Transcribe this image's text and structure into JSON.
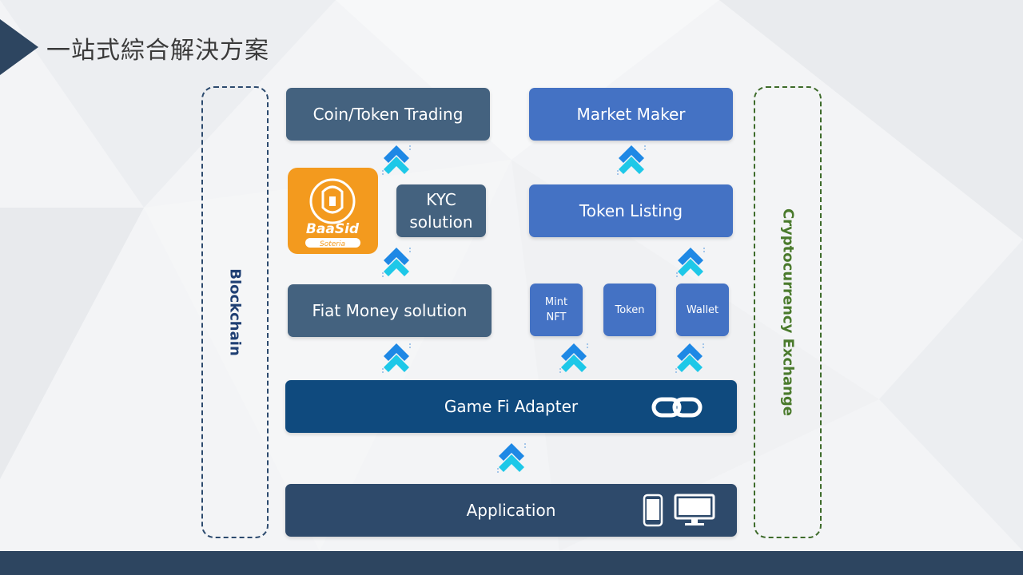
{
  "page": {
    "title": "一站式綜合解決方案"
  },
  "side_labels": {
    "left": "Blockchain",
    "right": "Cryptocurrency Exchange"
  },
  "boxes": {
    "coin_trading": "Coin/Token Trading",
    "market_maker": "Market Maker",
    "kyc_line1": "KYC",
    "kyc_line2": "solution",
    "token_listing": "Token Listing",
    "fiat": "Fiat Money solution",
    "mint_line1": "Mint",
    "mint_line2": "NFT",
    "token": "Token",
    "wallet": "Wallet",
    "gamefi": "Game Fi Adapter",
    "application": "Application"
  },
  "logo": {
    "name": "BaaSid",
    "tagline": "Soteria"
  },
  "colors": {
    "slate_box": "#44627f",
    "blue_box": "#4472c4",
    "adapter": "#0f4a7e",
    "application": "#2e4a6b",
    "arrow_cyan": "#1ec8e8",
    "arrow_blue": "#1e88e5",
    "logo_orange": "#f39a1e",
    "footer": "#2d4560"
  },
  "icons": [
    "chevron-up-arrow-icon",
    "chain-link-icon",
    "smartphone-icon",
    "desktop-monitor-icon"
  ]
}
